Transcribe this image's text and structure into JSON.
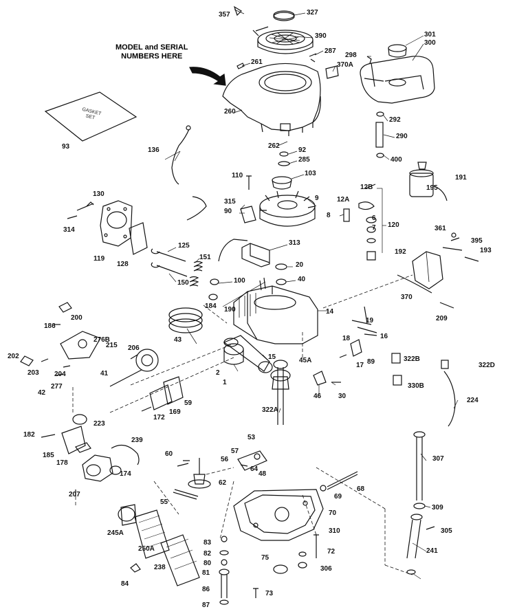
{
  "note": {
    "line1": "MODEL and SERIAL",
    "line2": "NUMBERS HERE"
  },
  "gasket_set": {
    "line1": "GASKET",
    "line2": "SET"
  },
  "parts": [
    "357",
    "327",
    "390",
    "287",
    "298",
    "301",
    "300",
    "261",
    "370A",
    "260",
    "292",
    "290",
    "262",
    "400",
    "93",
    "92",
    "285",
    "103",
    "110",
    "136",
    "130",
    "314",
    "315",
    "90",
    "9",
    "12B",
    "12A",
    "8",
    "6",
    "7",
    "120",
    "119",
    "128",
    "125",
    "150",
    "151",
    "100",
    "313",
    "20",
    "40",
    "184",
    "190",
    "361",
    "395",
    "191",
    "195",
    "192",
    "193",
    "370",
    "209",
    "200",
    "186",
    "276B",
    "215",
    "206",
    "202",
    "203",
    "204",
    "277",
    "42",
    "41",
    "43",
    "2",
    "1",
    "15",
    "14",
    "19",
    "16",
    "18",
    "17",
    "89",
    "45A",
    "46",
    "30",
    "322A",
    "322B",
    "322D",
    "330B",
    "224",
    "223",
    "182",
    "185",
    "178",
    "207",
    "239",
    "174",
    "172",
    "169",
    "59",
    "53",
    "57",
    "56",
    "64",
    "48",
    "60",
    "62",
    "55",
    "68",
    "69",
    "70",
    "310",
    "307",
    "309",
    "305",
    "241",
    "245A",
    "250A",
    "238",
    "84",
    "83",
    "82",
    "80",
    "81",
    "86",
    "87",
    "73",
    "72",
    "75",
    "306"
  ]
}
